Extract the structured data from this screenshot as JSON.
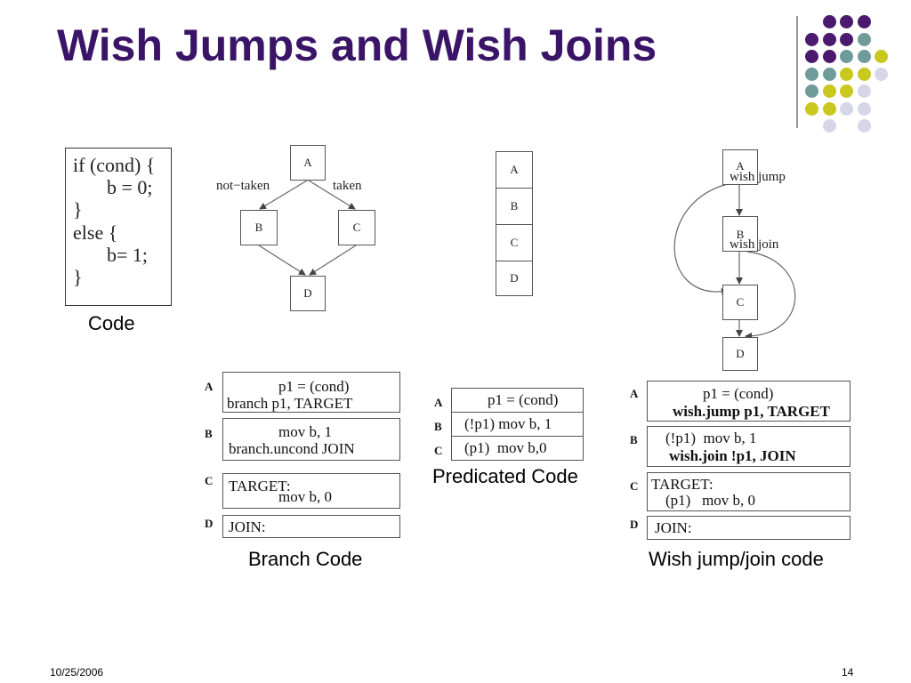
{
  "slide": {
    "title": "Wish Jumps and Wish Joins",
    "date": "10/25/2006",
    "page_number": "14",
    "colors": {
      "title": "#3a1466",
      "purple": "#4b1a6e",
      "teal": "#6f9b9b",
      "yellow": "#c8c81e",
      "lavender": "#d6d6e8"
    }
  },
  "code": {
    "lines": [
      "if (cond) {",
      "b = 0;",
      "}",
      "else {",
      "b= 1;",
      "}"
    ],
    "caption": "Code"
  },
  "branch_cfg": {
    "nodes": [
      "A",
      "B",
      "C",
      "D"
    ],
    "not_taken_label": "not−taken",
    "taken_label": "taken"
  },
  "predicated_cfg": {
    "nodes": [
      "A",
      "B",
      "C",
      "D"
    ]
  },
  "wish_cfg": {
    "nodes": [
      "A",
      "B",
      "C",
      "D"
    ],
    "wish_jump_label": "wish jump",
    "wish_join_label": "wish join"
  },
  "branch_code": {
    "caption": "Branch Code",
    "rows": [
      {
        "label": "A",
        "lines": [
          "p1 = (cond)",
          "branch p1, TARGET"
        ]
      },
      {
        "label": "B",
        "lines": [
          "mov b, 1",
          "branch.uncond JOIN"
        ]
      },
      {
        "label": "C",
        "lines": [
          "TARGET:",
          "mov b, 0"
        ]
      },
      {
        "label": "D",
        "lines": [
          "JOIN:"
        ]
      }
    ]
  },
  "predicated_code": {
    "caption": "Predicated Code",
    "rows": [
      {
        "label": "A",
        "text": "p1 = (cond)"
      },
      {
        "label": "B",
        "text": "(!p1) mov b, 1"
      },
      {
        "label": "C",
        "text": "(p1)  mov b,0"
      }
    ]
  },
  "wish_code": {
    "caption": "Wish jump/join code",
    "rows": [
      {
        "label": "A",
        "lines": [
          "p1 = (cond)",
          "wish.jump p1, TARGET"
        ]
      },
      {
        "label": "B",
        "lines": [
          "(!p1)  mov b, 1",
          "wish.join !p1, JOIN"
        ]
      },
      {
        "label": "C",
        "lines": [
          "TARGET:",
          "(p1)   mov b, 0"
        ]
      },
      {
        "label": "D",
        "lines": [
          "JOIN:"
        ]
      }
    ]
  }
}
